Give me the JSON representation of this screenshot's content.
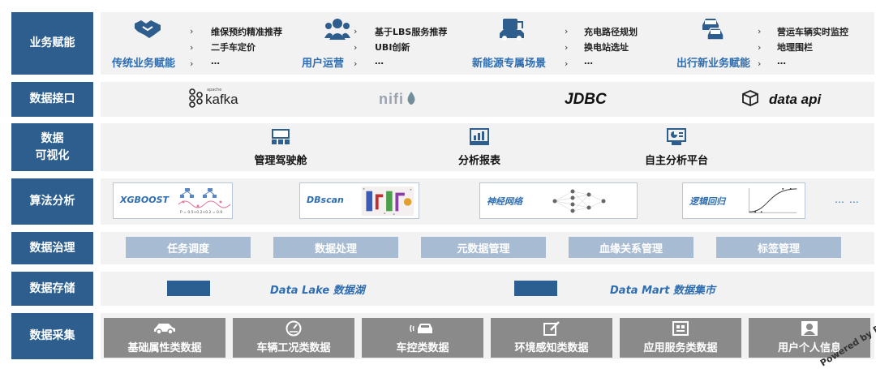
{
  "rows": {
    "business": {
      "label": "业务赋能",
      "items": [
        {
          "title": "传统业务赋能",
          "subs": [
            "维保预约精准推荐",
            "二手车定价",
            "…"
          ],
          "icon": "handshake-icon"
        },
        {
          "title": "用户运营",
          "subs": [
            "基于LBS服务推荐",
            "UBI创新",
            "…"
          ],
          "icon": "user-group-icon"
        },
        {
          "title": "新能源专属场景",
          "subs": [
            "充电路径规划",
            "换电站选址",
            "…"
          ],
          "icon": "ev-charging-icon"
        },
        {
          "title": "出行新业务赋能",
          "subs": [
            "营运车辆实时监控",
            "地理围栏",
            "…"
          ],
          "icon": "cars-icon"
        }
      ]
    },
    "interface": {
      "label": "数据接口",
      "items": [
        {
          "text": "kafka",
          "superscript": "apache",
          "icon": "kafka-logo-icon"
        },
        {
          "text": "nifi",
          "icon": "nifi-logo-icon"
        },
        {
          "text": "JDBC"
        },
        {
          "text": "data api",
          "icon": "cube-icon"
        }
      ]
    },
    "visualization": {
      "label": "数据\n可视化",
      "items": [
        {
          "text": "管理驾驶舱",
          "icon": "dashboard-icon"
        },
        {
          "text": "分析报表",
          "icon": "report-icon"
        },
        {
          "text": "自主分析平台",
          "icon": "analytics-icon"
        }
      ]
    },
    "algorithm": {
      "label": "算法分析",
      "items": [
        {
          "name": "XGBOOST",
          "thumb": "tree-diagram",
          "formula": "P = 0.5+0.2+0.2 = 0.9"
        },
        {
          "name": "DBscan",
          "thumb": "cluster-scatter"
        },
        {
          "name": "神经网络",
          "thumb": "neural-network"
        },
        {
          "name": "逻辑回归",
          "thumb": "sigmoid-curve"
        }
      ],
      "more": "… …"
    },
    "governance": {
      "label": "数据治理",
      "items": [
        "任务调度",
        "数据处理",
        "元数据管理",
        "血缘关系管理",
        "标签管理"
      ]
    },
    "storage": {
      "label": "数据存储",
      "items": [
        {
          "text": "Data Lake   数据湖"
        },
        {
          "text": "Data Mart   数据集市"
        }
      ]
    },
    "collection": {
      "label": "数据采集",
      "items": [
        {
          "text": "基础属性类数据",
          "icon": "car-icon"
        },
        {
          "text": "车辆工况类数据",
          "icon": "speedometer-icon"
        },
        {
          "text": "车控类数据",
          "icon": "car-signal-icon"
        },
        {
          "text": "环境感知类数据",
          "icon": "edit-icon"
        },
        {
          "text": "应用服务类数据",
          "icon": "app-icon"
        },
        {
          "text": "用户个人信息",
          "icon": "user-icon"
        }
      ]
    }
  },
  "watermark": "Powered by RTS"
}
